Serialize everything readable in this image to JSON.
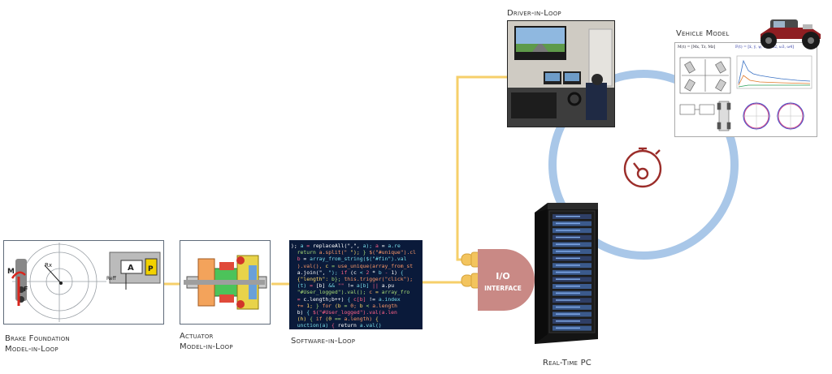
{
  "labels": {
    "brake_line1": "Brake Foundation",
    "brake_line2": "Model-in-Loop",
    "actuator_line1": "Actuator",
    "actuator_line2": "Model-in-Loop",
    "software": "Software-in-Loop",
    "driver": "Driver-in-Loop",
    "vehicle": "Vehicle Model",
    "realtime": "Real-Time PC",
    "io_line1": "I/O",
    "io_line2": "INTERFACE"
  },
  "code_lines": [
    "); a = replaceAll(\",\", a); a = a.re",
    "  return a.split(\" \"); } $(\"#unique\").cl",
    "  b = array_from_string($(\"#fin\").val",
    "  ).val(), c = use_unique(array_from_st",
    "  a.join(\", \"); if (c < 2 * b - 1) {",
    "  {\"length\": b}; this.trigger(\"click\");",
    "  (t) = [b] && \"\" != a[b] || a.pu",
    "  \"#User_logged\").val(); c = array_fro",
    "  = c.length;b++) { c[b] != a.index",
    "  += 1; } for (b = 0; b < a.length",
    "  b) { $(\"#User_logged\").val(a.len",
    "  (h) { if (0 == a.length) {",
    "  unction(a) { return a.val()"
  ],
  "colors": {
    "connector": "#f6cf6a",
    "ring": "#a9c7e8",
    "io_body": "#c98985",
    "io_plug": "#f3c45e",
    "stopwatch": "#9b2d2a",
    "code_bg": "#0a1a3a"
  },
  "vehicle_model": {
    "eq_left": "M(t) = [Mx, Tz, Mz]",
    "eq_right": "F(t) = [ẋ, ẏ, ψ, ω1, ω2, ω3, ω4]"
  },
  "brake_symbols": {
    "m": "M",
    "f": "F",
    "rx": "Rx",
    "a": "A",
    "p": "P",
    "reff": "Reff"
  }
}
